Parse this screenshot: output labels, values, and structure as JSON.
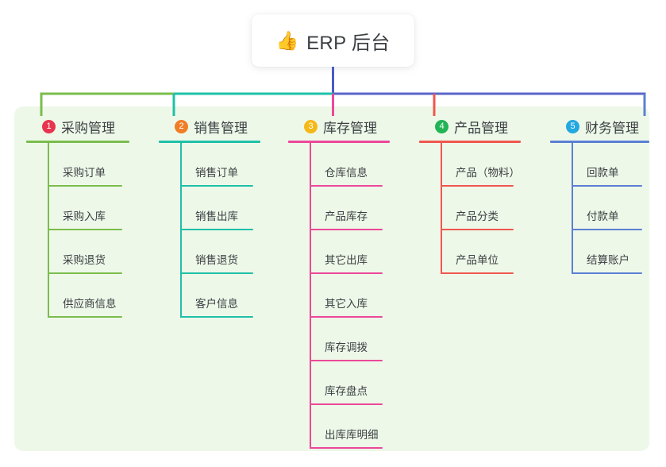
{
  "root": {
    "icon": "thumbs-up-icon",
    "icon_glyph": "👍",
    "title": "ERP 后台"
  },
  "panel": {
    "background_color": "#eef8e9"
  },
  "trunk": {
    "color": "#4a5bc4",
    "segments": [
      {
        "name": "trunk-segment-green",
        "color": "#7bbd4c",
        "from": "col1",
        "to": "col2"
      },
      {
        "name": "trunk-segment-teal",
        "color": "#1fc0a8",
        "from": "col2",
        "to": "col3"
      },
      {
        "name": "trunk-segment-purple",
        "color": "#5a66c8",
        "from": "col3",
        "to": "col5"
      }
    ]
  },
  "columns": [
    {
      "index": "1",
      "badge_color": "#e8344e",
      "line_color": "#7bbd4c",
      "title": "采购管理",
      "items": [
        {
          "label": "采购订单"
        },
        {
          "label": "采购入库"
        },
        {
          "label": "采购退货"
        },
        {
          "label": "供应商信息"
        }
      ]
    },
    {
      "index": "2",
      "badge_color": "#f07d27",
      "line_color": "#1fc0a8",
      "title": "销售管理",
      "items": [
        {
          "label": "销售订单"
        },
        {
          "label": "销售出库"
        },
        {
          "label": "销售退货"
        },
        {
          "label": "客户信息"
        }
      ]
    },
    {
      "index": "3",
      "badge_color": "#f5b819",
      "line_color": "#ec4899",
      "title": "库存管理",
      "items": [
        {
          "label": "仓库信息"
        },
        {
          "label": "产品库存"
        },
        {
          "label": "其它出库"
        },
        {
          "label": "其它入库"
        },
        {
          "label": "库存调拨"
        },
        {
          "label": "库存盘点"
        },
        {
          "label": "出库库明细"
        }
      ]
    },
    {
      "index": "4",
      "badge_color": "#22b455",
      "line_color": "#f0574f",
      "title": "产品管理",
      "items": [
        {
          "label": "产品（物料）"
        },
        {
          "label": "产品分类"
        },
        {
          "label": "产品单位"
        }
      ]
    },
    {
      "index": "5",
      "badge_color": "#23a8e0",
      "line_color": "#5b7fd4",
      "title": "财务管理",
      "items": [
        {
          "label": "回款单"
        },
        {
          "label": "付款单"
        },
        {
          "label": "结算账户"
        }
      ]
    }
  ]
}
